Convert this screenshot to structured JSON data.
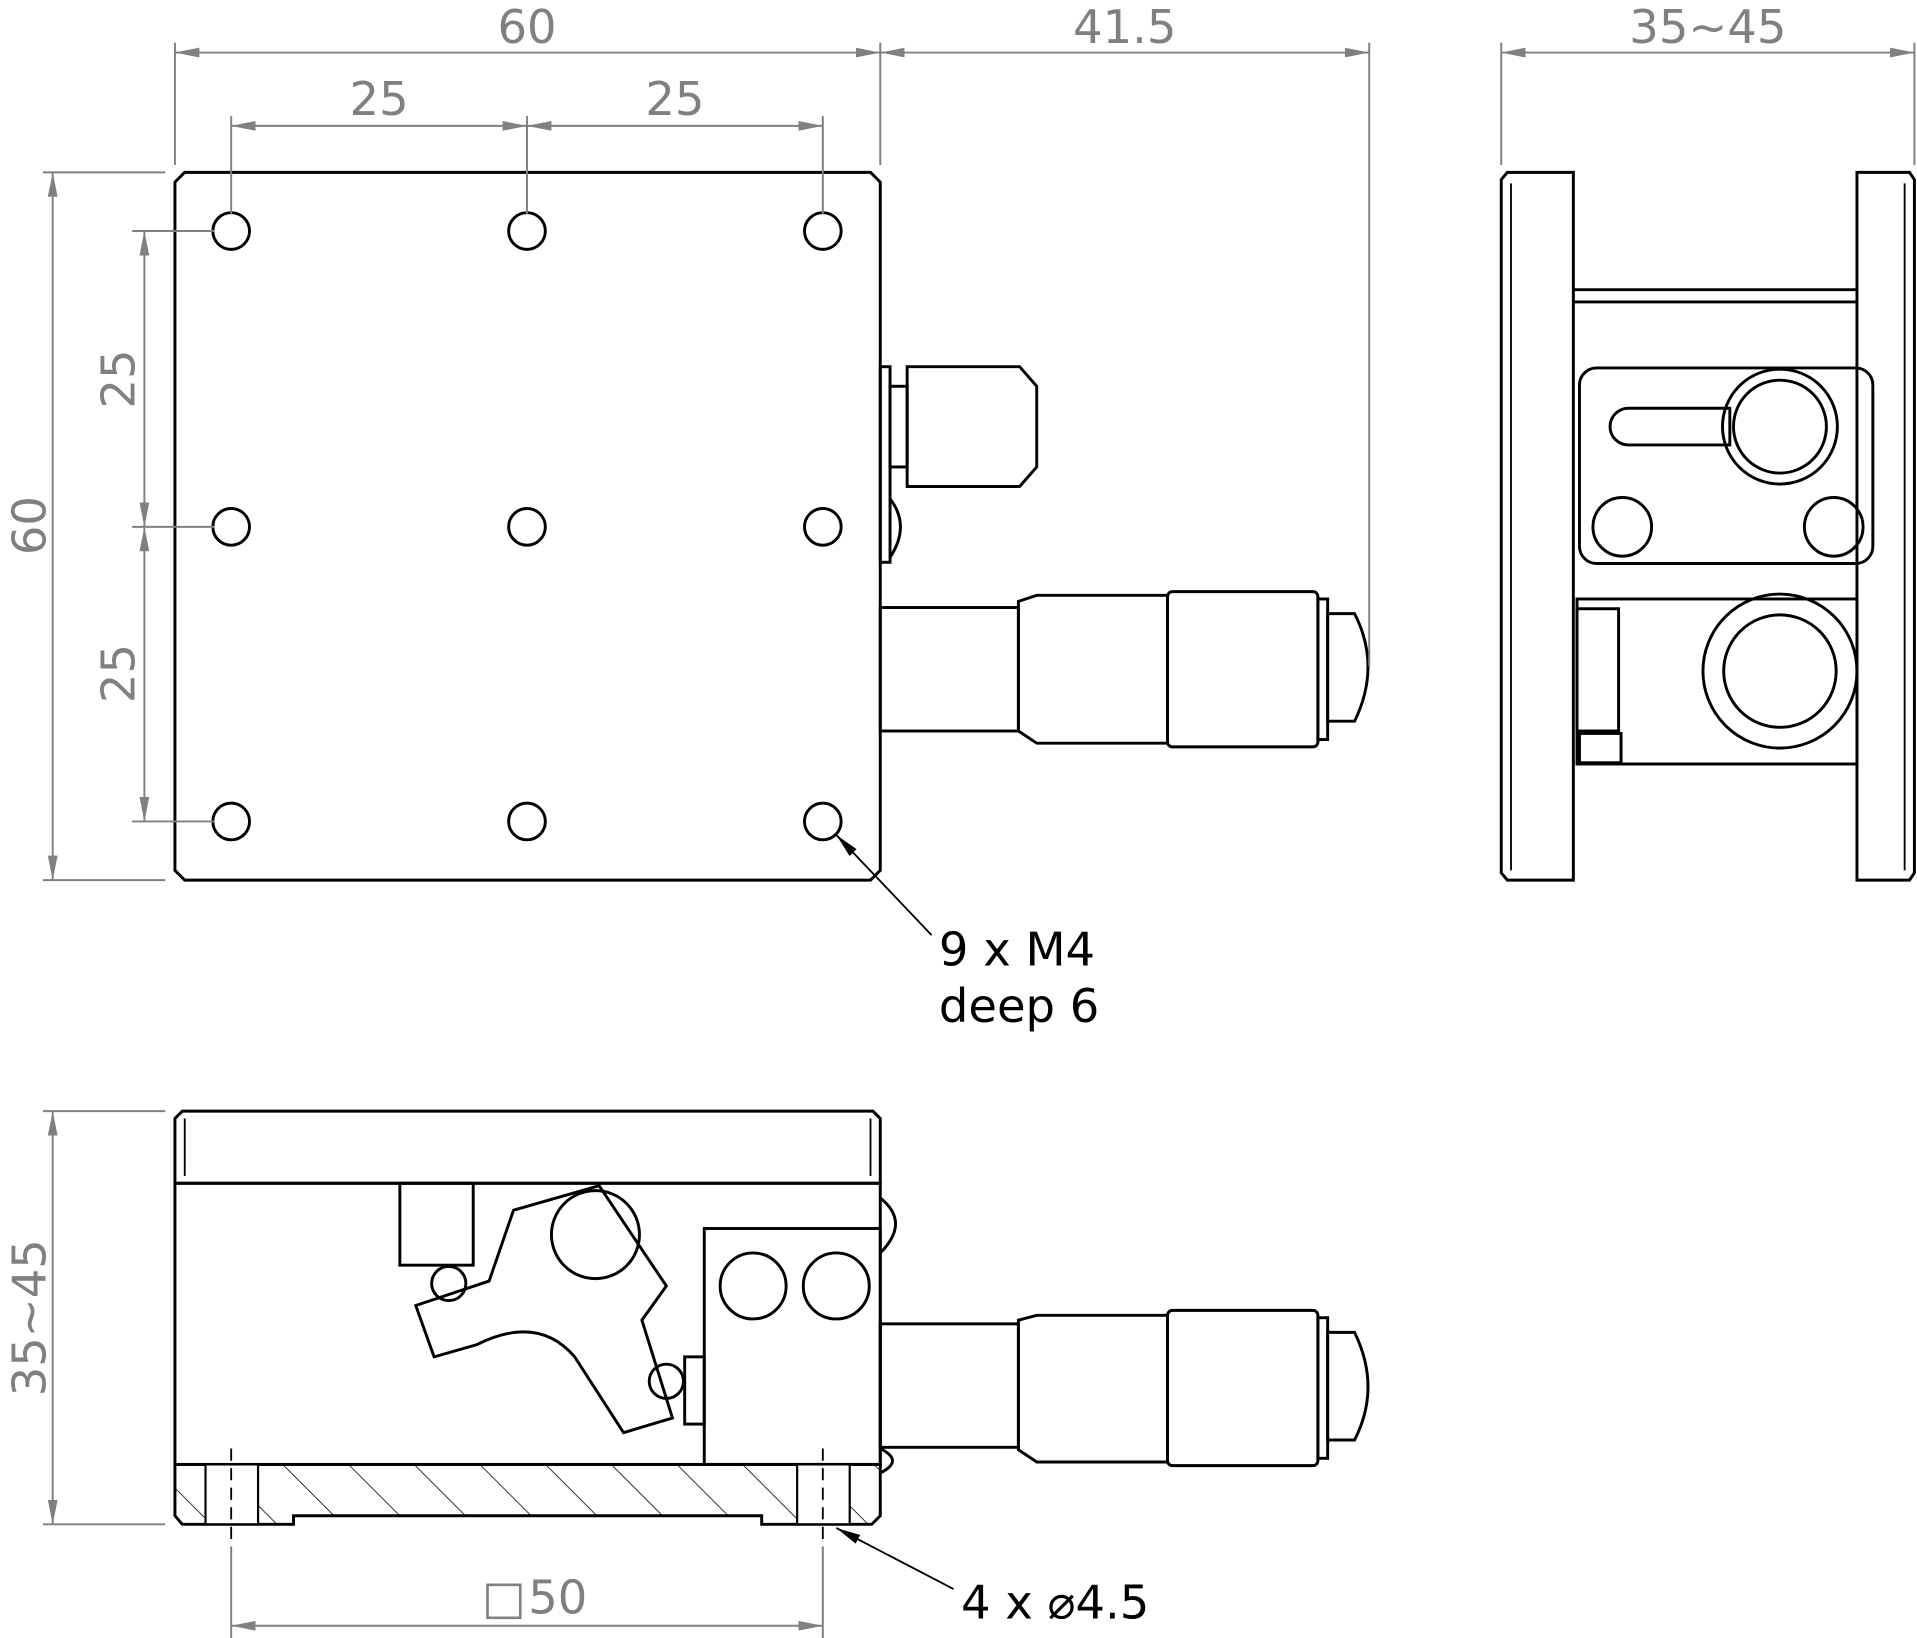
{
  "top_view": {
    "dim_width": "60",
    "dim_micrometer_extent": "41.5",
    "dim_hole_pitch_x": [
      "25",
      "25"
    ],
    "dim_height": "60",
    "dim_hole_pitch_y": [
      "25",
      "25"
    ],
    "hole_callout": [
      "9 x M4",
      "deep 6"
    ]
  },
  "side_view": {
    "dim_height_range": "35~45"
  },
  "front_view": {
    "dim_height_range": "35~45",
    "dim_mount_square": "50",
    "mount_square_symbol": "□",
    "mount_hole_callout": "4 x ⌀4.5"
  }
}
